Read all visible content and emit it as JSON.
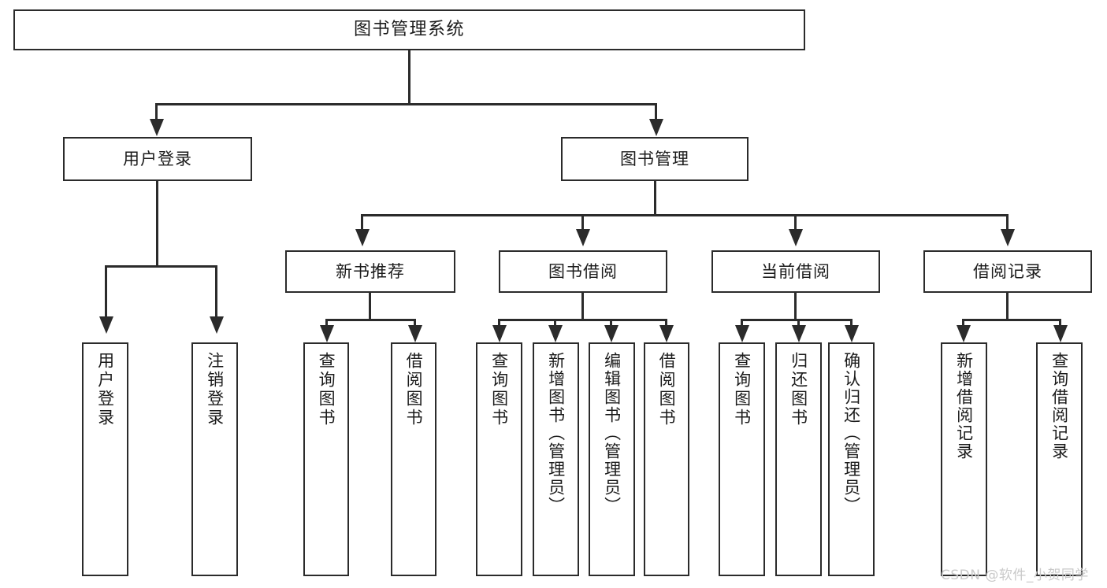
{
  "diagram": {
    "type": "tree-hierarchy-flowchart",
    "title": "图书管理系统",
    "root": {
      "label": "图书管理系统"
    },
    "level1": [
      {
        "id": "user-login",
        "label": "用户登录"
      },
      {
        "id": "book-management",
        "label": "图书管理"
      }
    ],
    "level2": [
      {
        "id": "new-book-recommend",
        "label": "新书推荐",
        "parent": "book-management"
      },
      {
        "id": "book-borrow",
        "label": "图书借阅",
        "parent": "book-management"
      },
      {
        "id": "current-borrow",
        "label": "当前借阅",
        "parent": "book-management"
      },
      {
        "id": "borrow-record",
        "label": "借阅记录",
        "parent": "book-management"
      }
    ],
    "leaves": {
      "user-login": [
        {
          "id": "leaf-user-login",
          "label": "用户登录"
        },
        {
          "id": "leaf-user-logout",
          "label": "注销登录"
        }
      ],
      "new-book-recommend": [
        {
          "id": "leaf-query-book-1",
          "label": "查询图书"
        },
        {
          "id": "leaf-borrow-book-1",
          "label": "借阅图书"
        }
      ],
      "book-borrow": [
        {
          "id": "leaf-query-book-2",
          "label": "查询图书"
        },
        {
          "id": "leaf-add-book",
          "label": "新增图书（管理员）"
        },
        {
          "id": "leaf-edit-book",
          "label": "编辑图书（管理员）"
        },
        {
          "id": "leaf-borrow-book-2",
          "label": "借阅图书"
        }
      ],
      "current-borrow": [
        {
          "id": "leaf-query-book-3",
          "label": "查询图书"
        },
        {
          "id": "leaf-return-book",
          "label": "归还图书"
        },
        {
          "id": "leaf-confirm-return",
          "label": "确认归还（管理员）"
        }
      ],
      "borrow-record": [
        {
          "id": "leaf-add-record",
          "label": "新增借阅记录"
        },
        {
          "id": "leaf-query-record",
          "label": "查询借阅记录"
        }
      ]
    },
    "watermark": "CSDN @软件_小贺同学",
    "colors": {
      "stroke": "#2b2b2b",
      "background": "#ffffff",
      "text": "#1b1b1b",
      "watermark": "#c9c9c9"
    }
  }
}
